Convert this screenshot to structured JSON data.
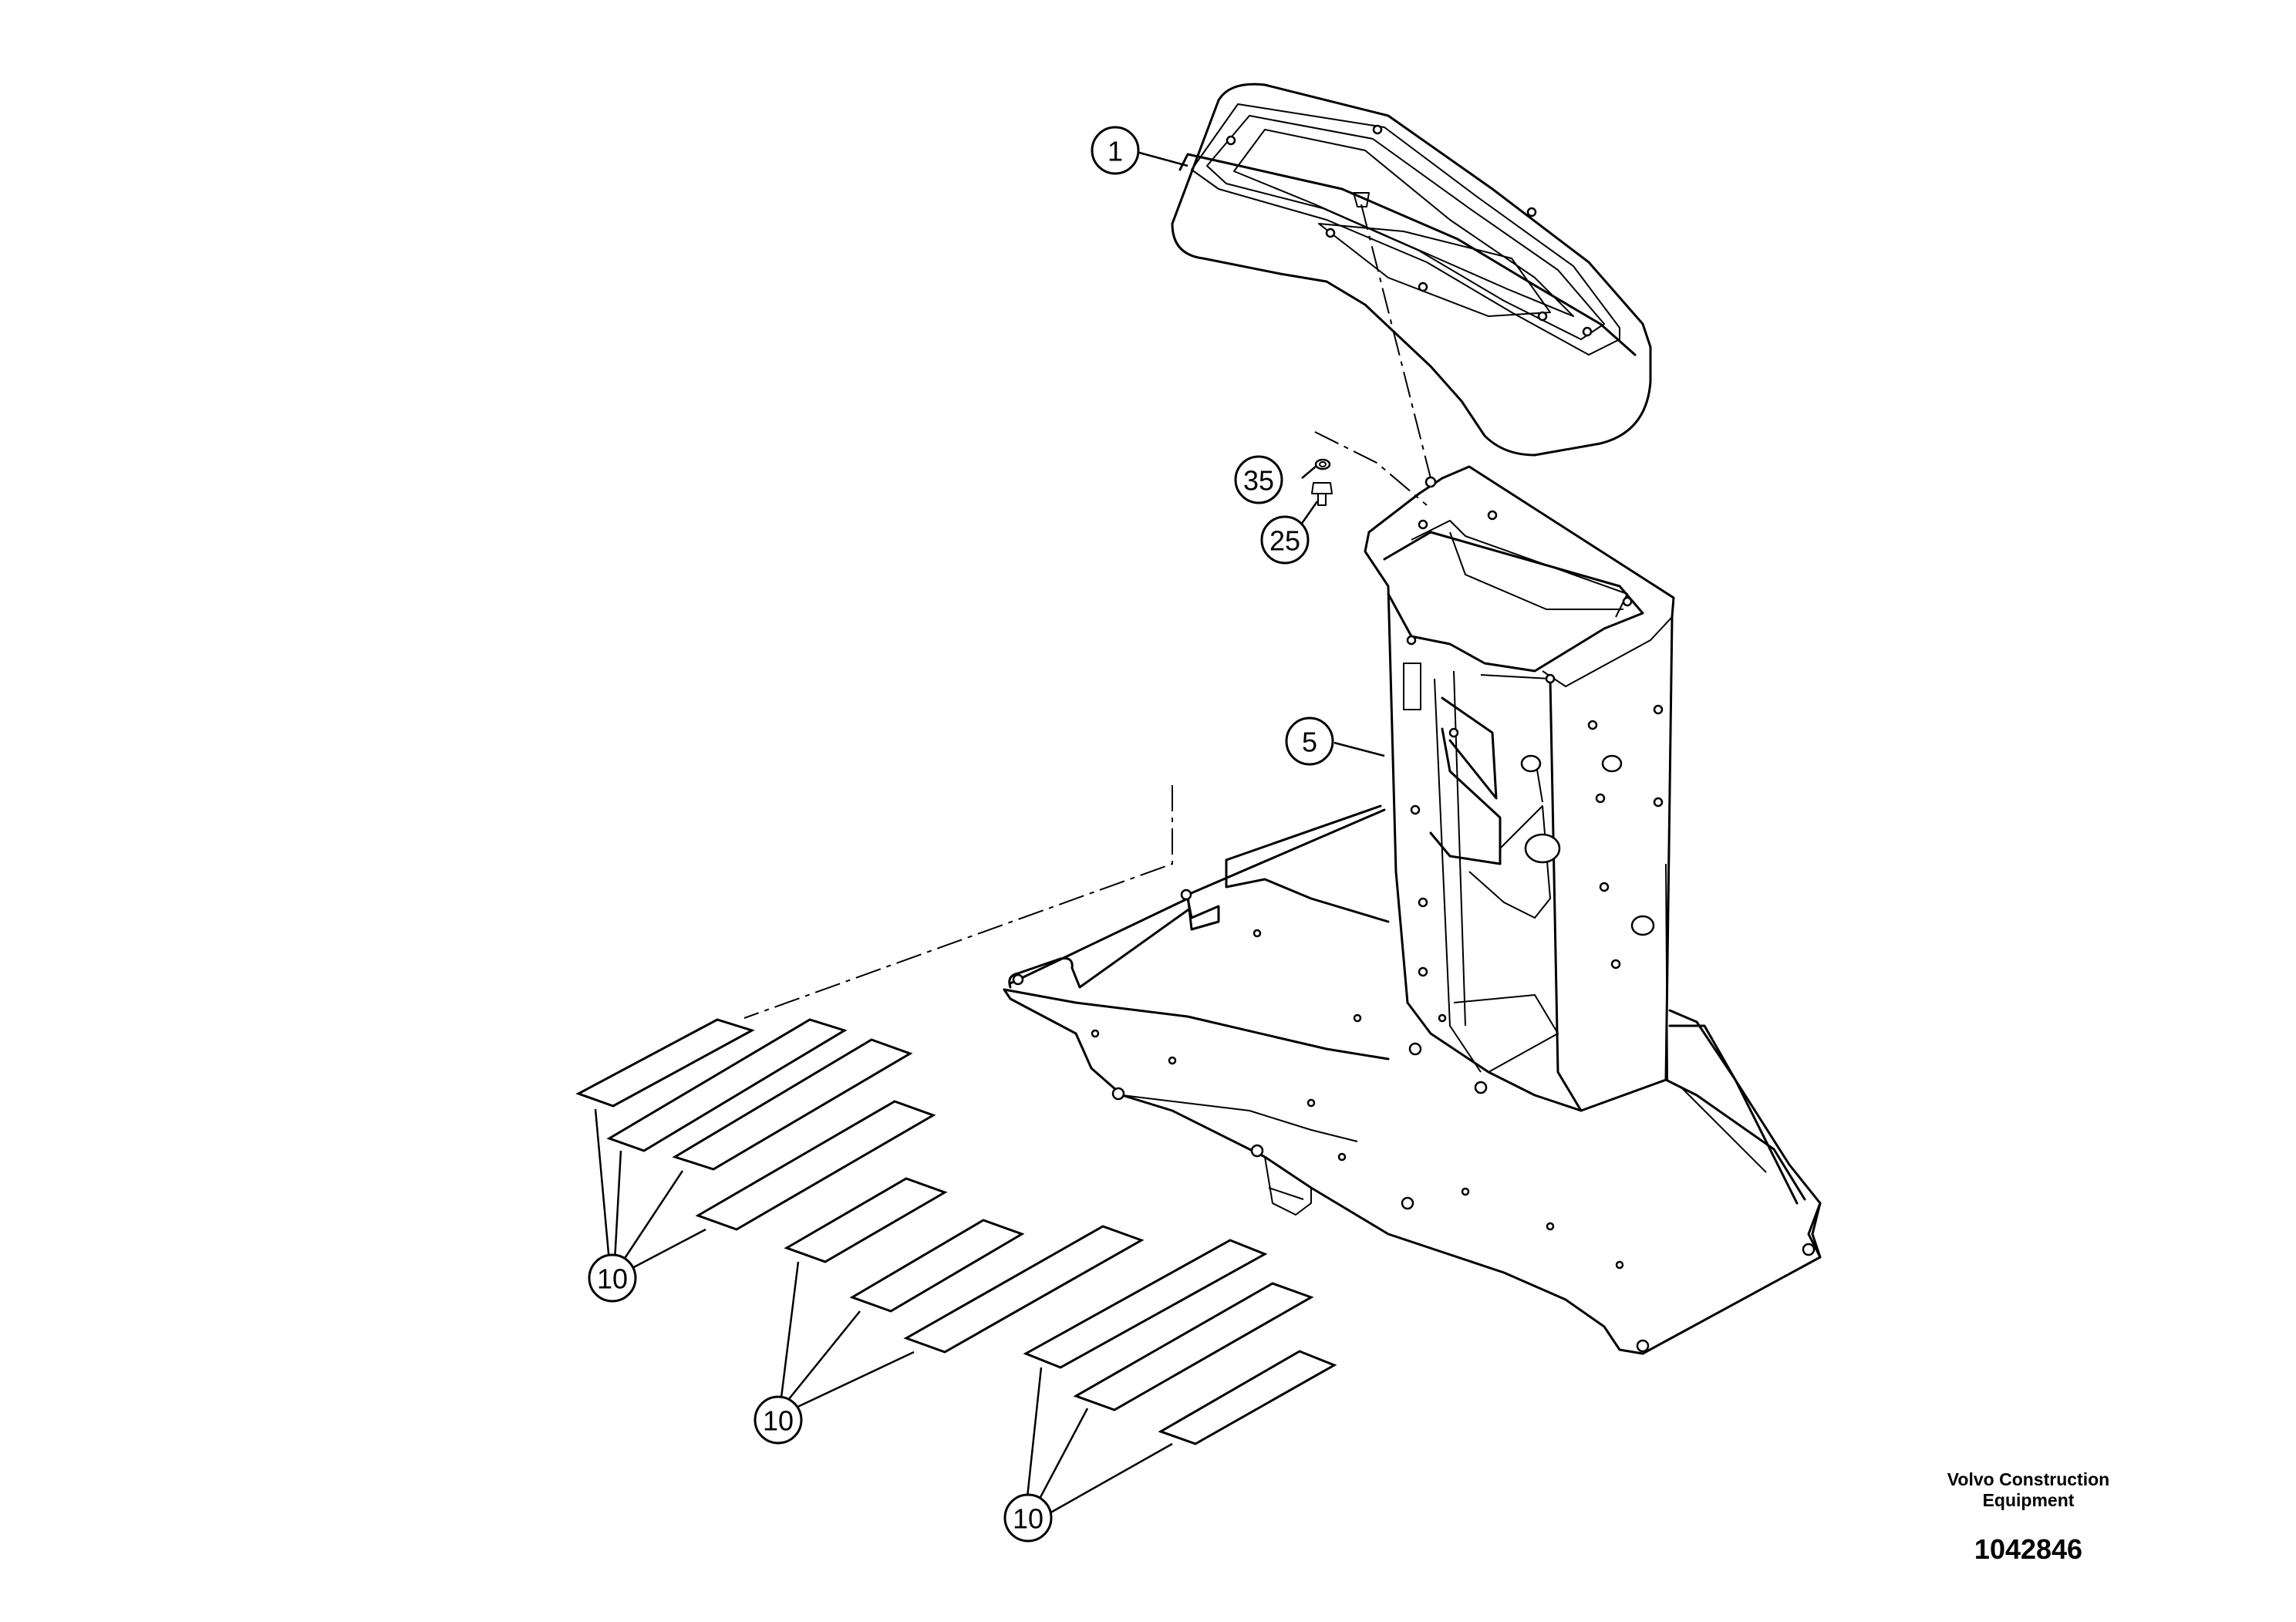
{
  "callouts": {
    "c1": "1",
    "c35": "35",
    "c25": "25",
    "c5": "5",
    "c10a": "10",
    "c10b": "10",
    "c10c": "10"
  },
  "title_block": {
    "company_line1": "Volvo Construction",
    "company_line2": "Equipment",
    "drawing_number": "1042846"
  }
}
